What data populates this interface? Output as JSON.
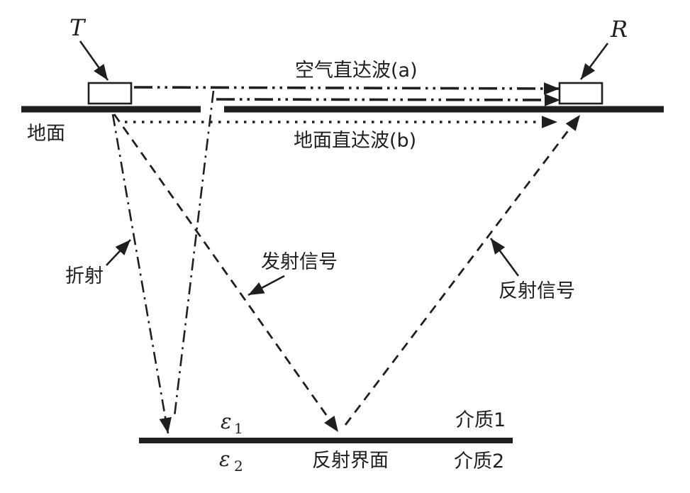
{
  "figure": {
    "colors": {
      "ink": "#1f1f1f",
      "paper": "#ffffff"
    },
    "antennas": {
      "transmitter": "T",
      "receiver": "R"
    },
    "surface": {
      "ground_label": "地面"
    },
    "waves": {
      "air_direct": "空气直达波(a)",
      "ground_direct": "地面直达波(b)",
      "refraction": "折射",
      "transmit": "发射信号",
      "reflect": "反射信号"
    },
    "interface": {
      "label": "反射界面",
      "medium1": "介质1",
      "medium2": "介质2",
      "epsilon1": {
        "base": "ε",
        "sub": "1"
      },
      "epsilon2": {
        "base": "ε",
        "sub": "2"
      }
    }
  }
}
